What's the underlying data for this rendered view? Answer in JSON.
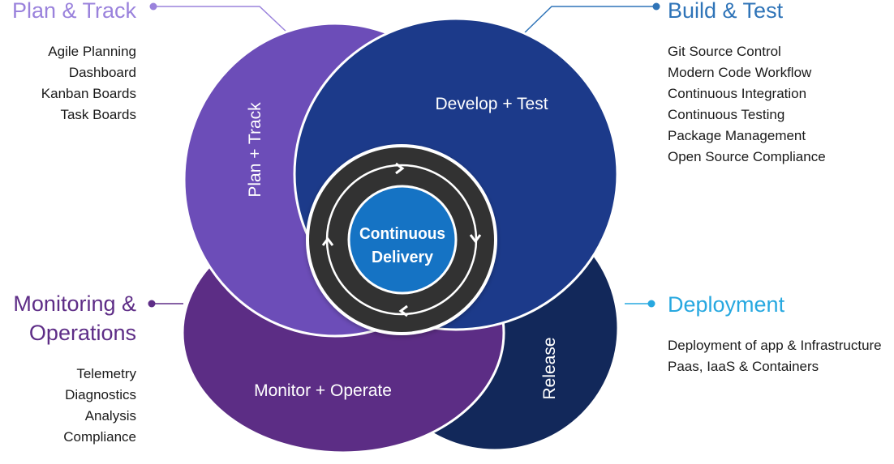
{
  "sections": {
    "plan_track": {
      "title": "Plan & Track",
      "color": "#9a82dc",
      "items": [
        "Agile Planning",
        "Dashboard",
        "Kanban Boards",
        "Task Boards"
      ]
    },
    "build_test": {
      "title": "Build & Test",
      "color": "#2f74b8",
      "items": [
        "Git Source Control",
        "Modern Code Workflow",
        "Continuous Integration",
        "Continuous Testing",
        "Package Management",
        "Open Source Compliance"
      ]
    },
    "monitoring": {
      "title_line1": "Monitoring &",
      "title_line2": "Operations",
      "color": "#5e2d87",
      "items": [
        "Telemetry",
        "Diagnostics",
        "Analysis",
        "Compliance"
      ]
    },
    "deployment": {
      "title": "Deployment",
      "color": "#27a8e0",
      "items": [
        "Deployment of app & Infrastructure",
        "Paas, IaaS & Containers"
      ]
    }
  },
  "circles": {
    "plan_track": {
      "label": "Plan + Track",
      "color": "#6c4db8"
    },
    "develop_test": {
      "label": "Develop + Test",
      "color": "#1c3a8a"
    },
    "monitor_operate": {
      "label": "Monitor + Operate",
      "color": "#5c2d85"
    },
    "release": {
      "label": "Release",
      "color": "#12285a"
    }
  },
  "center": {
    "line1": "Continuous",
    "line2": "Delivery",
    "color": "#1573c4",
    "ring_color": "#333333"
  }
}
